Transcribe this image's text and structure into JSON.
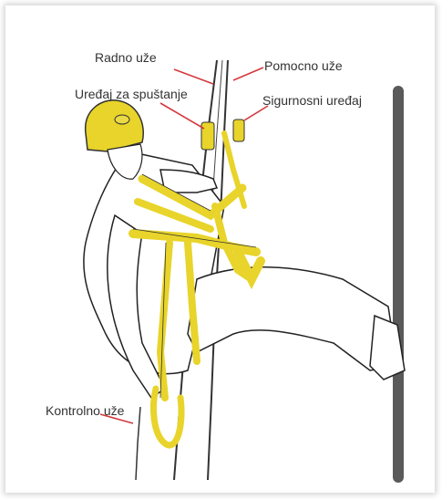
{
  "labels": {
    "radno_uze": "Radno uže",
    "pomocno_uze": "Pomocno uže",
    "uredaj_za_spustanje": "Uređaj za spuštanje",
    "sigurnosni_uredaj": "Sigurnosni uređaj",
    "kontrolno_uze": "Kontrolno uže"
  },
  "colors": {
    "harness": "#e8d42a",
    "wall": "#5a5a5a",
    "arrow": "#d4383d",
    "outline": "#222222"
  }
}
